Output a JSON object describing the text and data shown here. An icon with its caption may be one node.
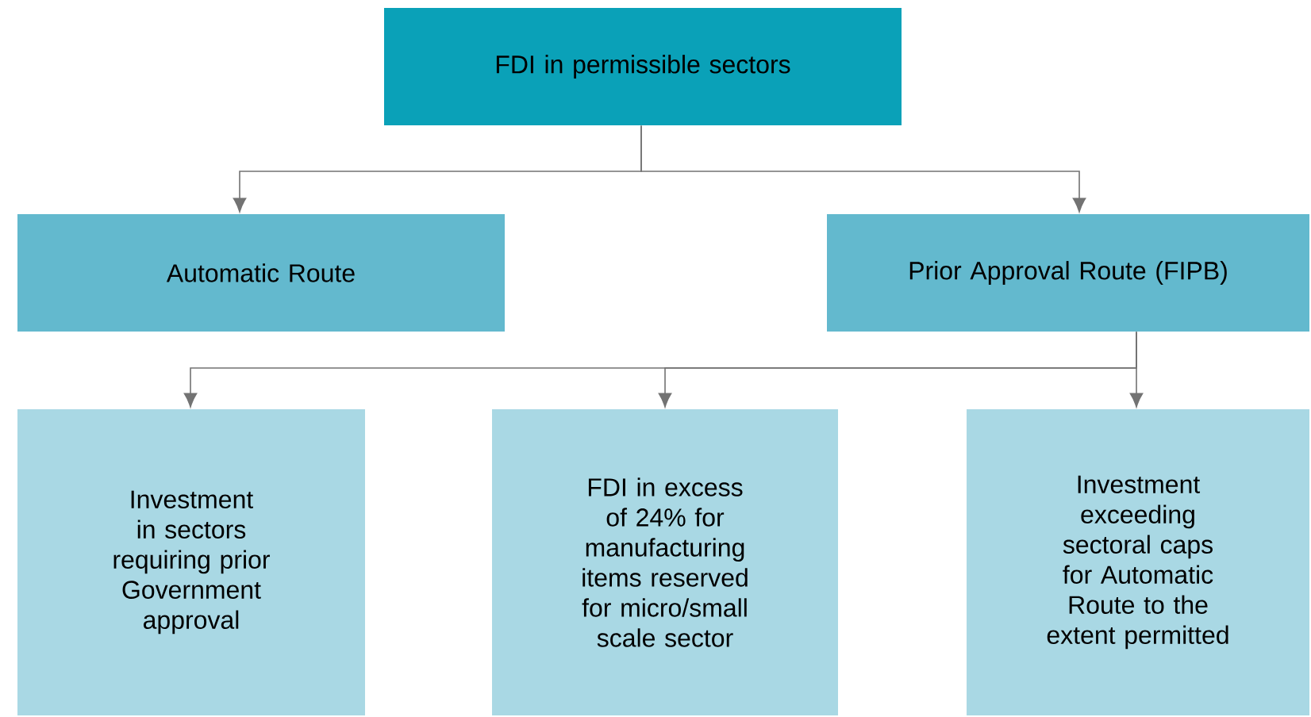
{
  "diagram": {
    "nodes": [
      {
        "text": [
          "FDI in permissible sectors"
        ]
      },
      {
        "text": [
          "Automatic Route"
        ]
      },
      {
        "text": [
          "Prior Approval Route (FIPB)"
        ]
      },
      {
        "text": [
          "Investment in sectors requiring prior Government approval"
        ]
      },
      {
        "text": [
          "FDI in excess of 24% for manufacturing items reserved for micro/small scale sector"
        ]
      },
      {
        "text": [
          "Investment exceeding sectoral caps for Automatic Route to the extent permitted"
        ]
      }
    ],
    "edges": [
      {
        "from": 0,
        "to": 1,
        "arrow": "to"
      },
      {
        "from": 0,
        "to": 2,
        "arrow": "to"
      },
      {
        "from": 2,
        "to": 3,
        "arrow": "to"
      },
      {
        "from": 2,
        "to": 4,
        "arrow": "to"
      },
      {
        "from": 2,
        "to": 5,
        "arrow": "to"
      }
    ]
  }
}
